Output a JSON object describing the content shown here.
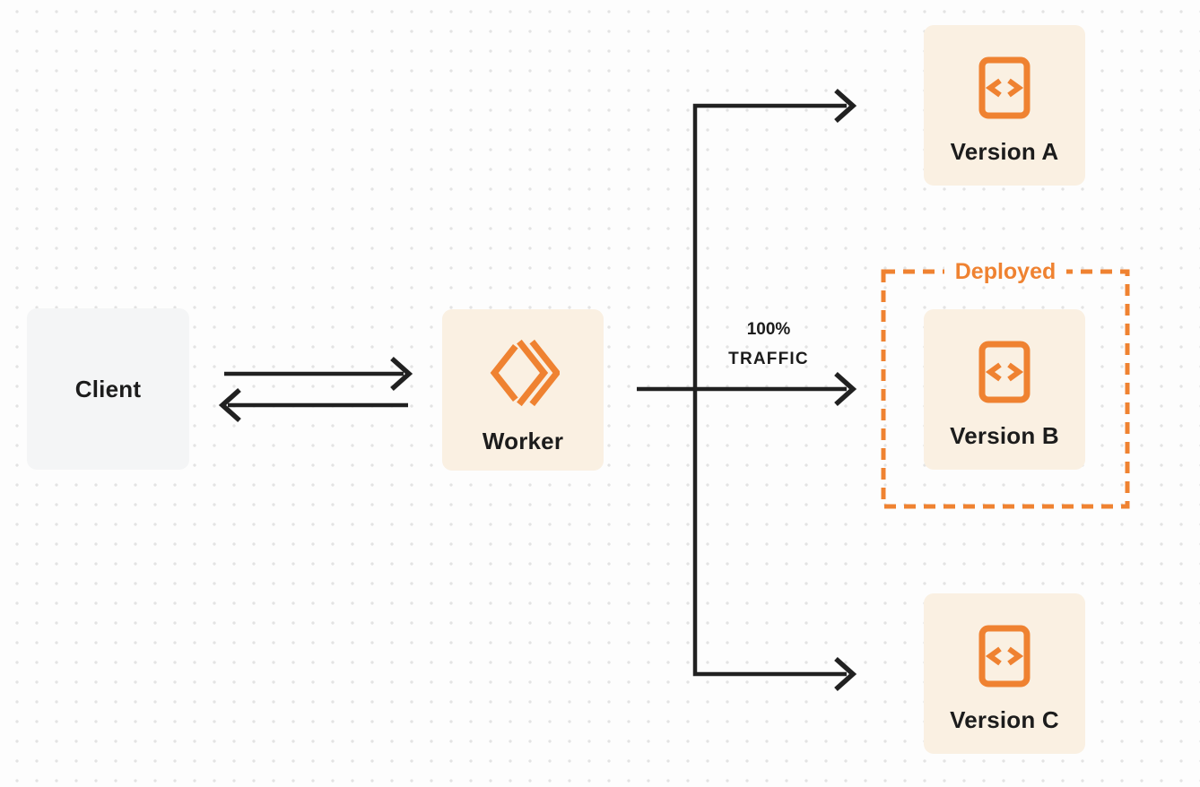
{
  "diagram": {
    "nodes": {
      "client": {
        "label": "Client"
      },
      "worker": {
        "label": "Worker"
      },
      "version_a": {
        "label": "Version A"
      },
      "version_b": {
        "label": "Version B"
      },
      "version_c": {
        "label": "Version C"
      }
    },
    "annotations": {
      "deployed": {
        "label": "Deployed"
      },
      "traffic": {
        "line1": "100%",
        "line2": "TRAFFIC"
      }
    },
    "icons": {
      "worker_icon": "workers-logo-icon",
      "version_icon": "code-file-icon"
    },
    "colors": {
      "accent_orange": "#EF8231",
      "node_cream_bg": "#FAF0E2",
      "client_bg": "#F4F5F6",
      "line": "#212121",
      "text": "#1C1C1C",
      "dot_grid": "#E3E3E3",
      "page_bg": "#FDFDFD"
    }
  }
}
